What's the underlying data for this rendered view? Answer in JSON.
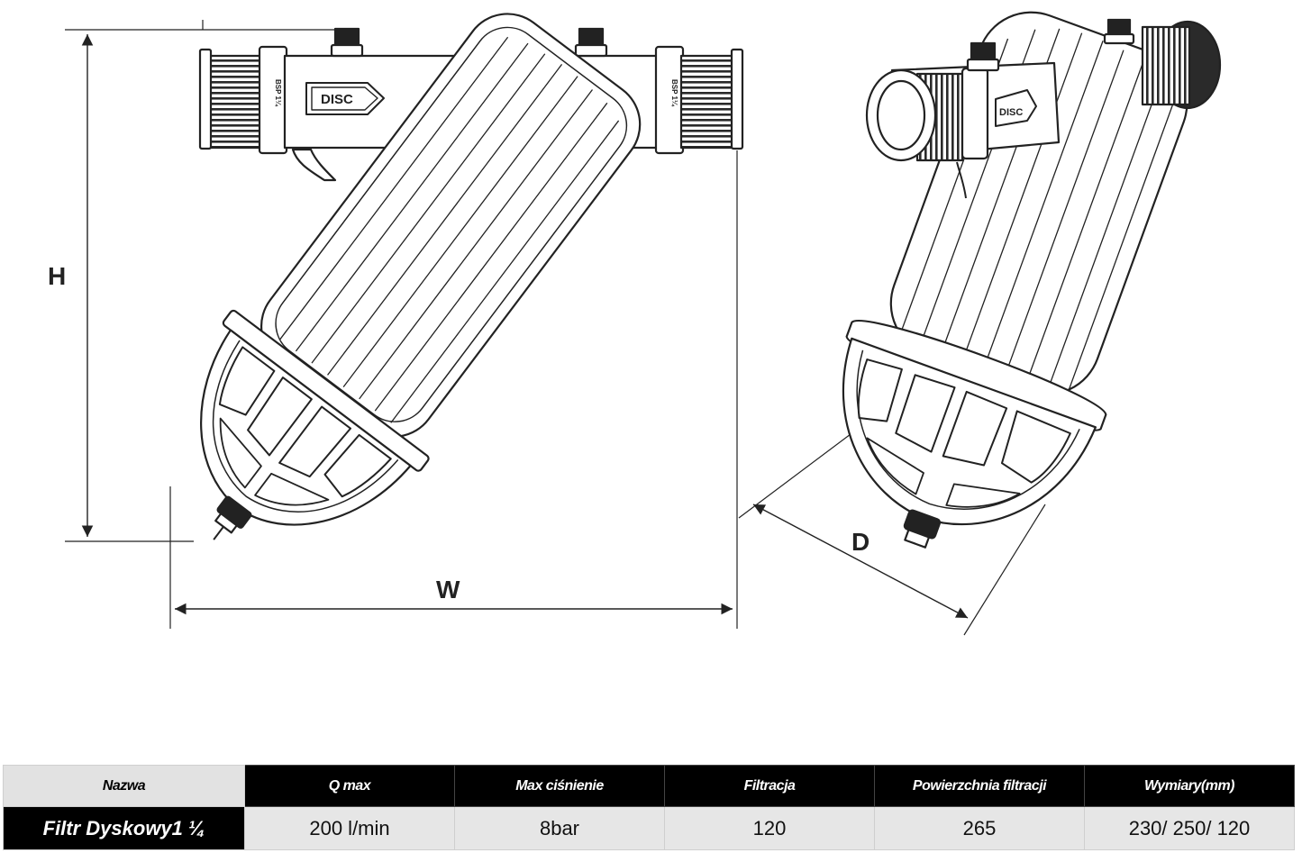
{
  "diagram": {
    "dimension_labels": {
      "height": "H",
      "width": "W",
      "depth": "D"
    },
    "logo_text": "DISC",
    "thread_marking": "BSP 1¼"
  },
  "table": {
    "headers": [
      "Nazwa",
      "Q max",
      "Max ciśnienie",
      "Filtracja",
      "Powierzchnia filtracji",
      "Wymiary(mm)"
    ],
    "row": [
      "Filtr Dyskowy1 ¼",
      "200 l/min",
      "8bar",
      "120",
      "265",
      "230/ 250/ 120"
    ]
  }
}
